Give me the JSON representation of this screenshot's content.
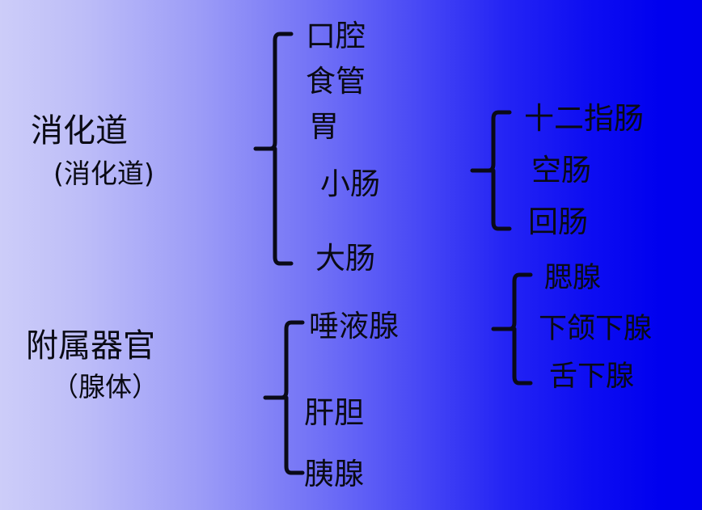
{
  "figure": {
    "title_visible": false,
    "background": {
      "gradient_from": "#cdcdf9",
      "gradient_to": "#0000ec",
      "direction": "left-to-right"
    },
    "text_color": "#0a0a14",
    "brace_color": "#0a0a18"
  },
  "groups": [
    {
      "id": "digestive-tract",
      "title": "消化道",
      "subtitle": "(消化道)",
      "items": [
        {
          "id": "oral-cavity",
          "label": "口腔"
        },
        {
          "id": "esophagus",
          "label": "食管"
        },
        {
          "id": "stomach",
          "label": "胃"
        },
        {
          "id": "small-intestine",
          "label": "小肠"
        },
        {
          "id": "large-intestine",
          "label": "大肠"
        }
      ],
      "sub_branch": {
        "parent": "小肠",
        "items": [
          {
            "id": "duodenum",
            "label": "十二指肠"
          },
          {
            "id": "jejunum",
            "label": "空肠"
          },
          {
            "id": "ileum",
            "label": "回肠"
          }
        ]
      }
    },
    {
      "id": "accessory-organs",
      "title": "附属器官",
      "subtitle": "（腺体）",
      "items": [
        {
          "id": "salivary-glands",
          "label": "唾液腺"
        },
        {
          "id": "liver-gallbladder",
          "label": "肝胆"
        },
        {
          "id": "pancreas",
          "label": "胰腺"
        }
      ],
      "sub_branch": {
        "parent": "唾液腺",
        "items": [
          {
            "id": "parotid-gland",
            "label": "腮腺"
          },
          {
            "id": "submandibular-gland",
            "label": "下颌下腺"
          },
          {
            "id": "sublingual-gland",
            "label": "舌下腺"
          }
        ]
      }
    }
  ]
}
